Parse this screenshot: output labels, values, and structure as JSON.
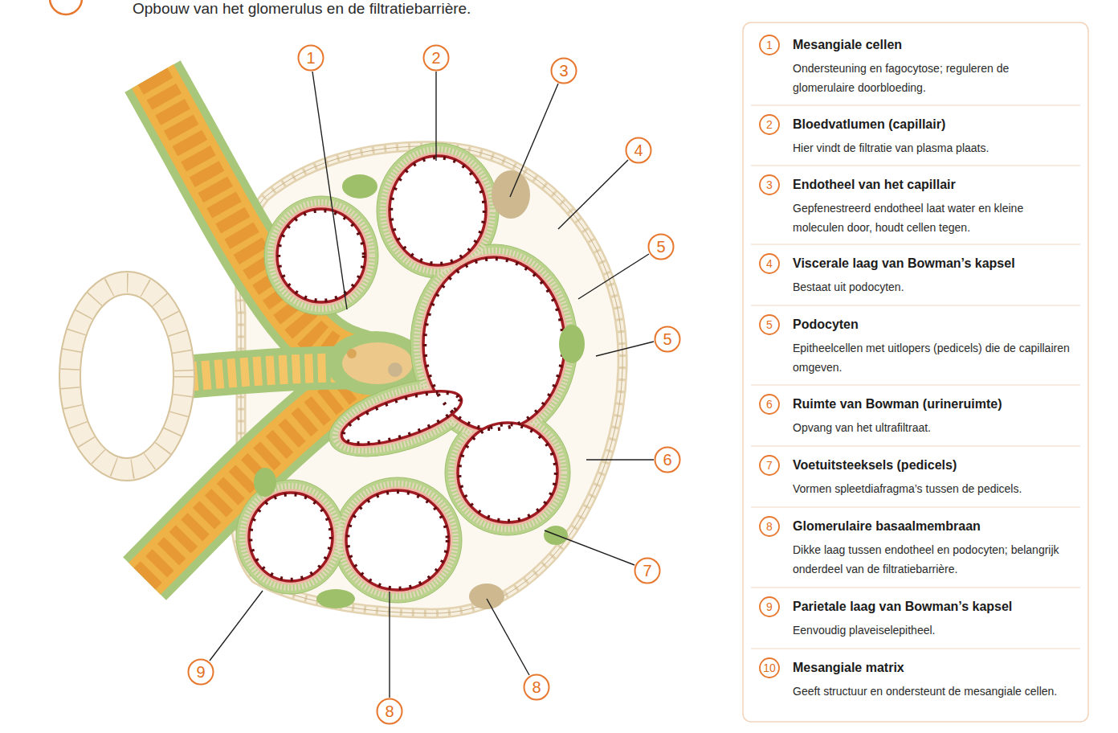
{
  "diagram": {
    "title": "Opbouw van het glomerulus en de filtratiebarrière.",
    "nodes": [
      {
        "text": [
          "1"
        ]
      },
      {
        "text": [
          "2"
        ]
      },
      {
        "text": [
          "3"
        ]
      },
      {
        "text": [
          "4"
        ]
      },
      {
        "text": [
          "5"
        ]
      },
      {
        "text": [
          "5"
        ]
      },
      {
        "text": [
          "6"
        ]
      },
      {
        "text": [
          "7"
        ]
      },
      {
        "text": [
          "8"
        ]
      },
      {
        "text": [
          "8"
        ]
      },
      {
        "text": [
          "9"
        ]
      },
      {
        "text": [
          "Mesangiale cellen",
          "Ondersteuning en fagocytose; reguleren de glomerulaire doorbloeding."
        ]
      },
      {
        "text": [
          "1"
        ],
        "in": 11
      },
      {
        "text": [
          "Bloedvatlumen (capillair)",
          "Hier vindt de filtratie van plasma plaats."
        ]
      },
      {
        "text": [
          "2"
        ],
        "in": 13
      },
      {
        "text": [
          "Endotheel van het capillair",
          "Gepfenestreerd endotheel laat water en kleine moleculen door, houdt cellen tegen."
        ]
      },
      {
        "text": [
          "3"
        ],
        "in": 15
      },
      {
        "text": [
          "Viscerale laag van Bowman’s kapsel",
          "Bestaat uit podocyten."
        ]
      },
      {
        "text": [
          "4"
        ],
        "in": 17
      },
      {
        "text": [
          "Podocyten",
          "Epitheelcellen met uitlopers (pedicels) die de capillairen omgeven."
        ]
      },
      {
        "text": [
          "5"
        ],
        "in": 19
      },
      {
        "text": [
          "Ruimte van Bowman (urineruimte)",
          "Opvang van het ultrafiltraat."
        ]
      },
      {
        "text": [
          "6"
        ],
        "in": 21
      },
      {
        "text": [
          "Voetuitsteeksels (pedicels)",
          "Vormen spleetdiafragma’s tussen de pedicels."
        ]
      },
      {
        "text": [
          "7"
        ],
        "in": 23
      },
      {
        "text": [
          "Glomerulaire basaalmembraan",
          "Dikke laag tussen endotheel en podocyten; belangrijk onderdeel van de filtratiebarrière."
        ]
      },
      {
        "text": [
          "8"
        ],
        "in": 25
      },
      {
        "text": [
          "Parietale laag van Bowman’s kapsel",
          "Eenvoudig plaveiselepitheel."
        ]
      },
      {
        "text": [
          "9"
        ],
        "in": 27
      },
      {
        "text": [
          "Mesangiale matrix",
          "Geeft structuur en ondersteunt de mesangiale cellen."
        ]
      },
      {
        "text": [
          "10"
        ],
        "in": 29
      }
    ]
  }
}
